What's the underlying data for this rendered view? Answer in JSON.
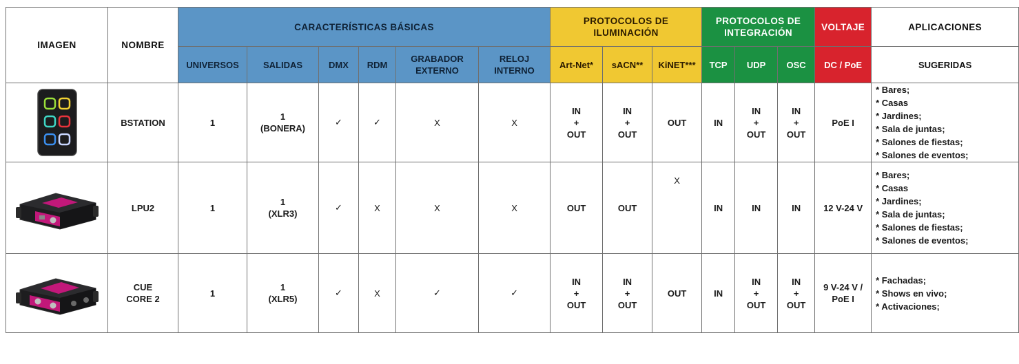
{
  "headers": {
    "imagen": "IMAGEN",
    "nombre": "NOMBRE",
    "caracteristicas": "CARACTERÍSTICAS BÁSICAS",
    "protocolos_iluminacion": "PROTOCOLOS DE\nILUMINACIÓN",
    "protocolos_integracion": "PROTOCOLOS DE\nINTEGRACIÓN",
    "voltaje": "VOLTAJE",
    "aplicaciones": "APLICACIONES",
    "universos": "UNIVERSOS",
    "salidas": "SALIDAS",
    "dmx": "DMX",
    "rdm": "RDM",
    "grabador_externo": "GRABADOR\nEXTERNO",
    "reloj_interno": "RELOJ\nINTERNO",
    "artnet": "Art-Net*",
    "sacn": "sACN**",
    "kinet": "KiNET***",
    "tcp": "TCP",
    "udp": "UDP",
    "osc": "OSC",
    "dc_poe": "DC / PoE",
    "sugeridas": "SUGERIDAS"
  },
  "colors": {
    "blue": "#5b95c6",
    "yellow": "#f0c832",
    "green": "#1b9142",
    "red": "#d8232d"
  },
  "rows": [
    {
      "image_icon": "bstation-keypad-image",
      "nombre": "BSTATION",
      "universos": "1",
      "salidas": "1\n(BONERA)",
      "dmx": "✓",
      "rdm": "✓",
      "grabador": "X",
      "reloj": "X",
      "artnet": "IN\n+\nOUT",
      "sacn": "IN\n+\nOUT",
      "kinet": "OUT",
      "tcp": "IN",
      "udp": "IN\n+\nOUT",
      "osc": "IN\n+\nOUT",
      "voltaje": "PoE  I",
      "aplicaciones": "* Bares;\n* Casas\n* Jardines;\n* Sala de juntas;\n* Salones de fiestas;\n* Salones de eventos;"
    },
    {
      "image_icon": "lpu2-device-image",
      "nombre": "LPU2",
      "universos": "1",
      "salidas": "1\n(XLR3)",
      "dmx": "✓",
      "rdm": "X",
      "grabador": "X",
      "reloj": "X",
      "artnet": "OUT",
      "sacn": "OUT",
      "kinet": "X",
      "tcp": "IN",
      "udp": "IN",
      "osc": "IN",
      "voltaje": "12 V-24 V",
      "aplicaciones": "* Bares;\n* Casas\n* Jardines;\n* Sala de juntas;\n* Salones de fiestas;\n* Salones de eventos;"
    },
    {
      "image_icon": "cuecore2-device-image",
      "nombre": "CUE\nCORE 2",
      "universos": "1",
      "salidas": "1\n(XLR5)",
      "dmx": "✓",
      "rdm": "X",
      "grabador": "✓",
      "reloj": "✓",
      "artnet": "IN\n+\nOUT",
      "sacn": "IN\n+\nOUT",
      "kinet": "OUT",
      "tcp": "IN",
      "udp": "IN\n+\nOUT",
      "osc": "IN\n+\nOUT",
      "voltaje": "9 V-24 V /\nPoE I",
      "aplicaciones": "* Fachadas;\n* Shows en vivo;\n* Activaciones;"
    }
  ]
}
